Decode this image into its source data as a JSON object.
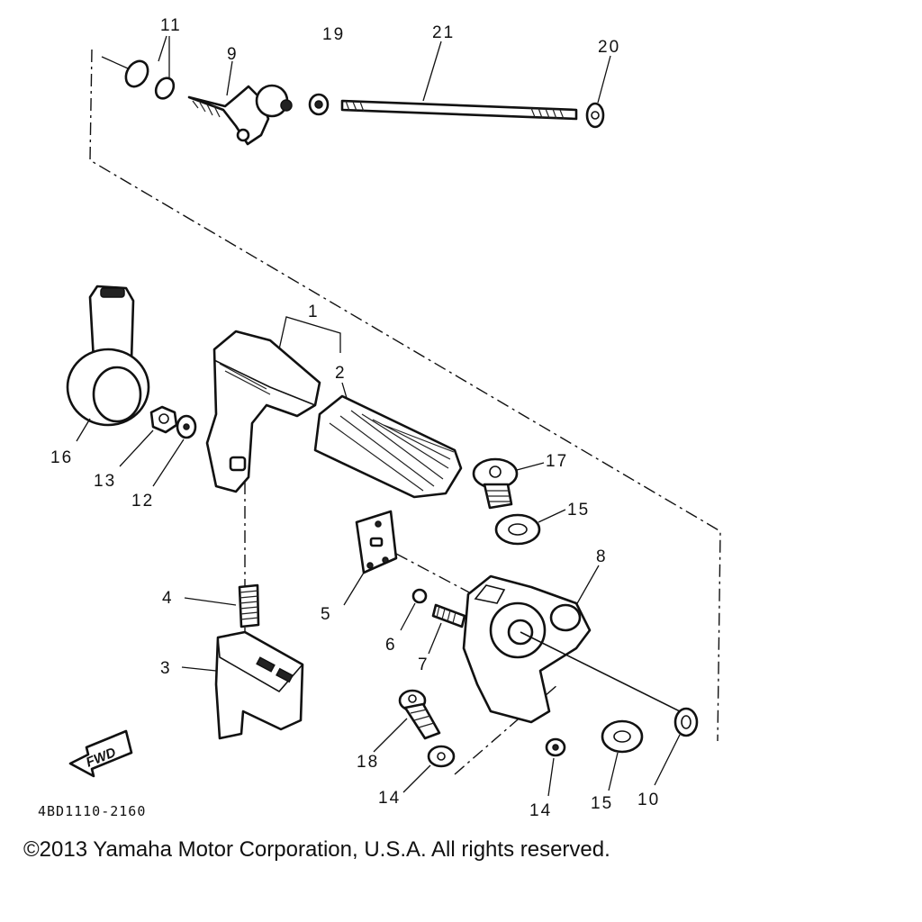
{
  "diagram": {
    "part_number_code": "4BD1110-2160",
    "fwd_label": "FWD",
    "callouts": {
      "c1": "1",
      "c2": "2",
      "c3": "3",
      "c4": "4",
      "c5": "5",
      "c6": "6",
      "c7": "7",
      "c8": "8",
      "c9": "9",
      "c10": "10",
      "c11": "11",
      "c12": "12",
      "c13": "13",
      "c14a": "14",
      "c14b": "14",
      "c15a": "15",
      "c15b": "15",
      "c16": "16",
      "c17": "17",
      "c18": "18",
      "c19": "19",
      "c20": "20",
      "c21": "21"
    }
  },
  "footer": {
    "copyright": "©2013 Yamaha Motor Corporation, U.S.A. All rights reserved."
  }
}
